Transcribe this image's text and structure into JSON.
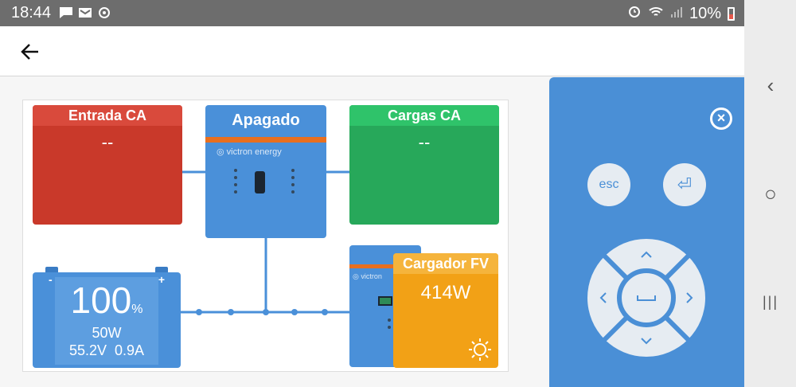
{
  "status_bar": {
    "time": "18:44",
    "battery_level": "10%",
    "notification_icons": [
      "message-icon",
      "mail-icon",
      "sync-icon"
    ],
    "system_icons": [
      "alarm-icon",
      "wifi-icon",
      "signal-icon",
      "battery-icon"
    ]
  },
  "app_bar": {
    "back_icon": "arrow-left-icon"
  },
  "diagram": {
    "ac_input": {
      "title": "Entrada CA",
      "value": "--"
    },
    "inverter": {
      "title": "Apagado",
      "brand": "victron energy"
    },
    "ac_loads": {
      "title": "Cargas CA",
      "value": "--"
    },
    "battery": {
      "soc": "100",
      "soc_unit": "%",
      "power": "50W",
      "voltage": "55.2V",
      "current": "0.9A",
      "minus": "-",
      "plus": "+"
    },
    "pv_charger": {
      "title": "Cargador FV",
      "value": "414W",
      "brand": "victron"
    },
    "colors": {
      "ac_input": "#c9392a",
      "ac_loads": "#27a85a",
      "inverter": "#4a90d9",
      "pv": "#f2a116",
      "accent": "#e86f1f"
    }
  },
  "remote": {
    "close_icon": "close-circle-icon",
    "esc_label": "esc",
    "enter_icon": "enter-icon",
    "dpad_icons": [
      "chevron-up-icon",
      "chevron-left-icon",
      "chevron-right-icon",
      "chevron-down-icon",
      "space-icon"
    ]
  },
  "system_nav": {
    "back_label": "‹",
    "home_label": "○",
    "recents_label": "|||"
  }
}
